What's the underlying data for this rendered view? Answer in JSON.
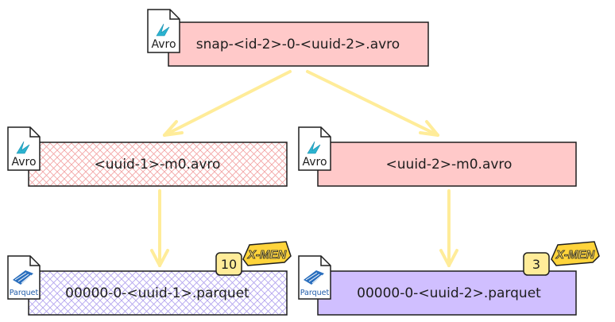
{
  "files": {
    "snapshot": {
      "name": "snap-<id-2>-0-<uuid-2>.avro",
      "icon_label": "Avro",
      "icon": "avro-file-icon"
    },
    "manifest1": {
      "name": "<uuid-1>-m0.avro",
      "icon_label": "Avro",
      "icon": "avro-file-icon"
    },
    "manifest2": {
      "name": "<uuid-2>-m0.avro",
      "icon_label": "Avro",
      "icon": "avro-file-icon"
    },
    "data1": {
      "name": "00000-0-<uuid-1>.parquet",
      "icon_label": "Parquet",
      "icon": "parquet-file-icon",
      "badge": "10",
      "logo": "X-MEN"
    },
    "data2": {
      "name": "00000-0-<uuid-2>.parquet",
      "icon_label": "Parquet",
      "icon": "parquet-file-icon",
      "badge": "3",
      "logo": "X-MEN"
    }
  },
  "colors": {
    "avro_fill": "#ffc9c9",
    "parquet_fill": "#d0bfff",
    "arrow": "#ffec99",
    "badge_fill": "#ffec99",
    "outline": "#1e1e1e"
  }
}
